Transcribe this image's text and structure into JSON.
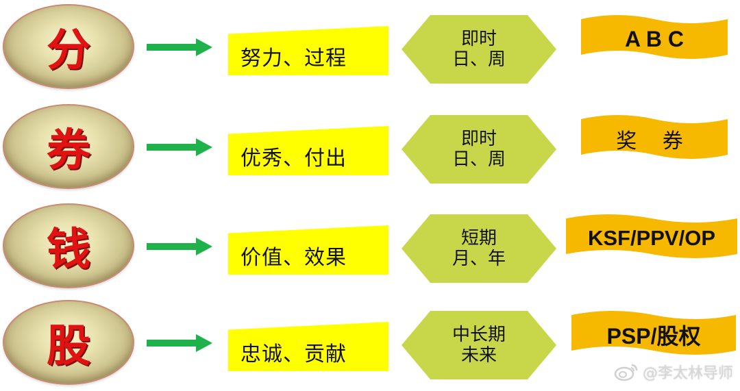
{
  "rows": [
    {
      "char": "分",
      "box": "努力、过程",
      "hex": [
        "即时",
        "日、周"
      ],
      "banner": "A B C"
    },
    {
      "char": "券",
      "box": "优秀、付出",
      "hex": [
        "即时",
        "日、周"
      ],
      "banner": "奖 券"
    },
    {
      "char": "钱",
      "box": "价值、效果",
      "hex": [
        "短期",
        "月、年"
      ],
      "banner": "KSF/PPV/OP"
    },
    {
      "char": "股",
      "box": "忠诚、贡献",
      "hex": [
        "中长期",
        "未来"
      ],
      "banner": "PSP/股权"
    }
  ],
  "watermark": "@李太林导师",
  "colors": {
    "char_red": "#e11212",
    "arrow_green": "#1fb24a",
    "box_yellow": "#ffff00",
    "hex_green": "#c8d64a",
    "banner_orange": "#f7b800"
  }
}
